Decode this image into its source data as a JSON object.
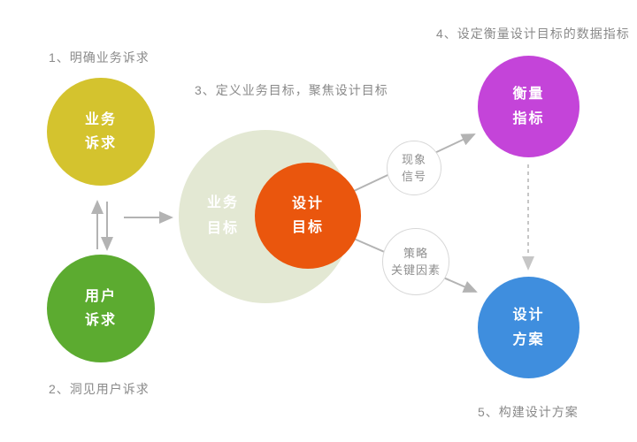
{
  "labels": {
    "step1": "1、明确业务诉求",
    "step2": "2、洞见用户诉求",
    "step3": "3、定义业务目标，聚焦设计目标",
    "step4": "4、设定衡量设计目标的数据指标",
    "step5": "5、构建设计方案"
  },
  "nodes": {
    "business_demand": {
      "line1": "业务",
      "line2": "诉求",
      "color": "#d4c32e"
    },
    "user_demand": {
      "line1": "用户",
      "line2": "诉求",
      "color": "#5cab30"
    },
    "business_goal": {
      "line1": "业务",
      "line2": "目标",
      "color": "#e3e8d3"
    },
    "design_goal": {
      "line1": "设计",
      "line2": "目标",
      "color": "#ea560d"
    },
    "measure_metric": {
      "line1": "衡量",
      "line2": "指标",
      "color": "#c444d9"
    },
    "design_solution": {
      "line1": "设计",
      "line2": "方案",
      "color": "#3f8ede"
    }
  },
  "connectors": {
    "phenomenon_signal": {
      "line1": "现象",
      "line2": "信号"
    },
    "strategy_factor": {
      "line1": "策略",
      "line2": "关键因素"
    }
  },
  "colors": {
    "arrow": "#b3b3b3",
    "dashed_arrow": "#c6c6c6",
    "label_text": "#8a8a8a",
    "bubble_border": "#d8d8d8",
    "background": "#ffffff"
  }
}
